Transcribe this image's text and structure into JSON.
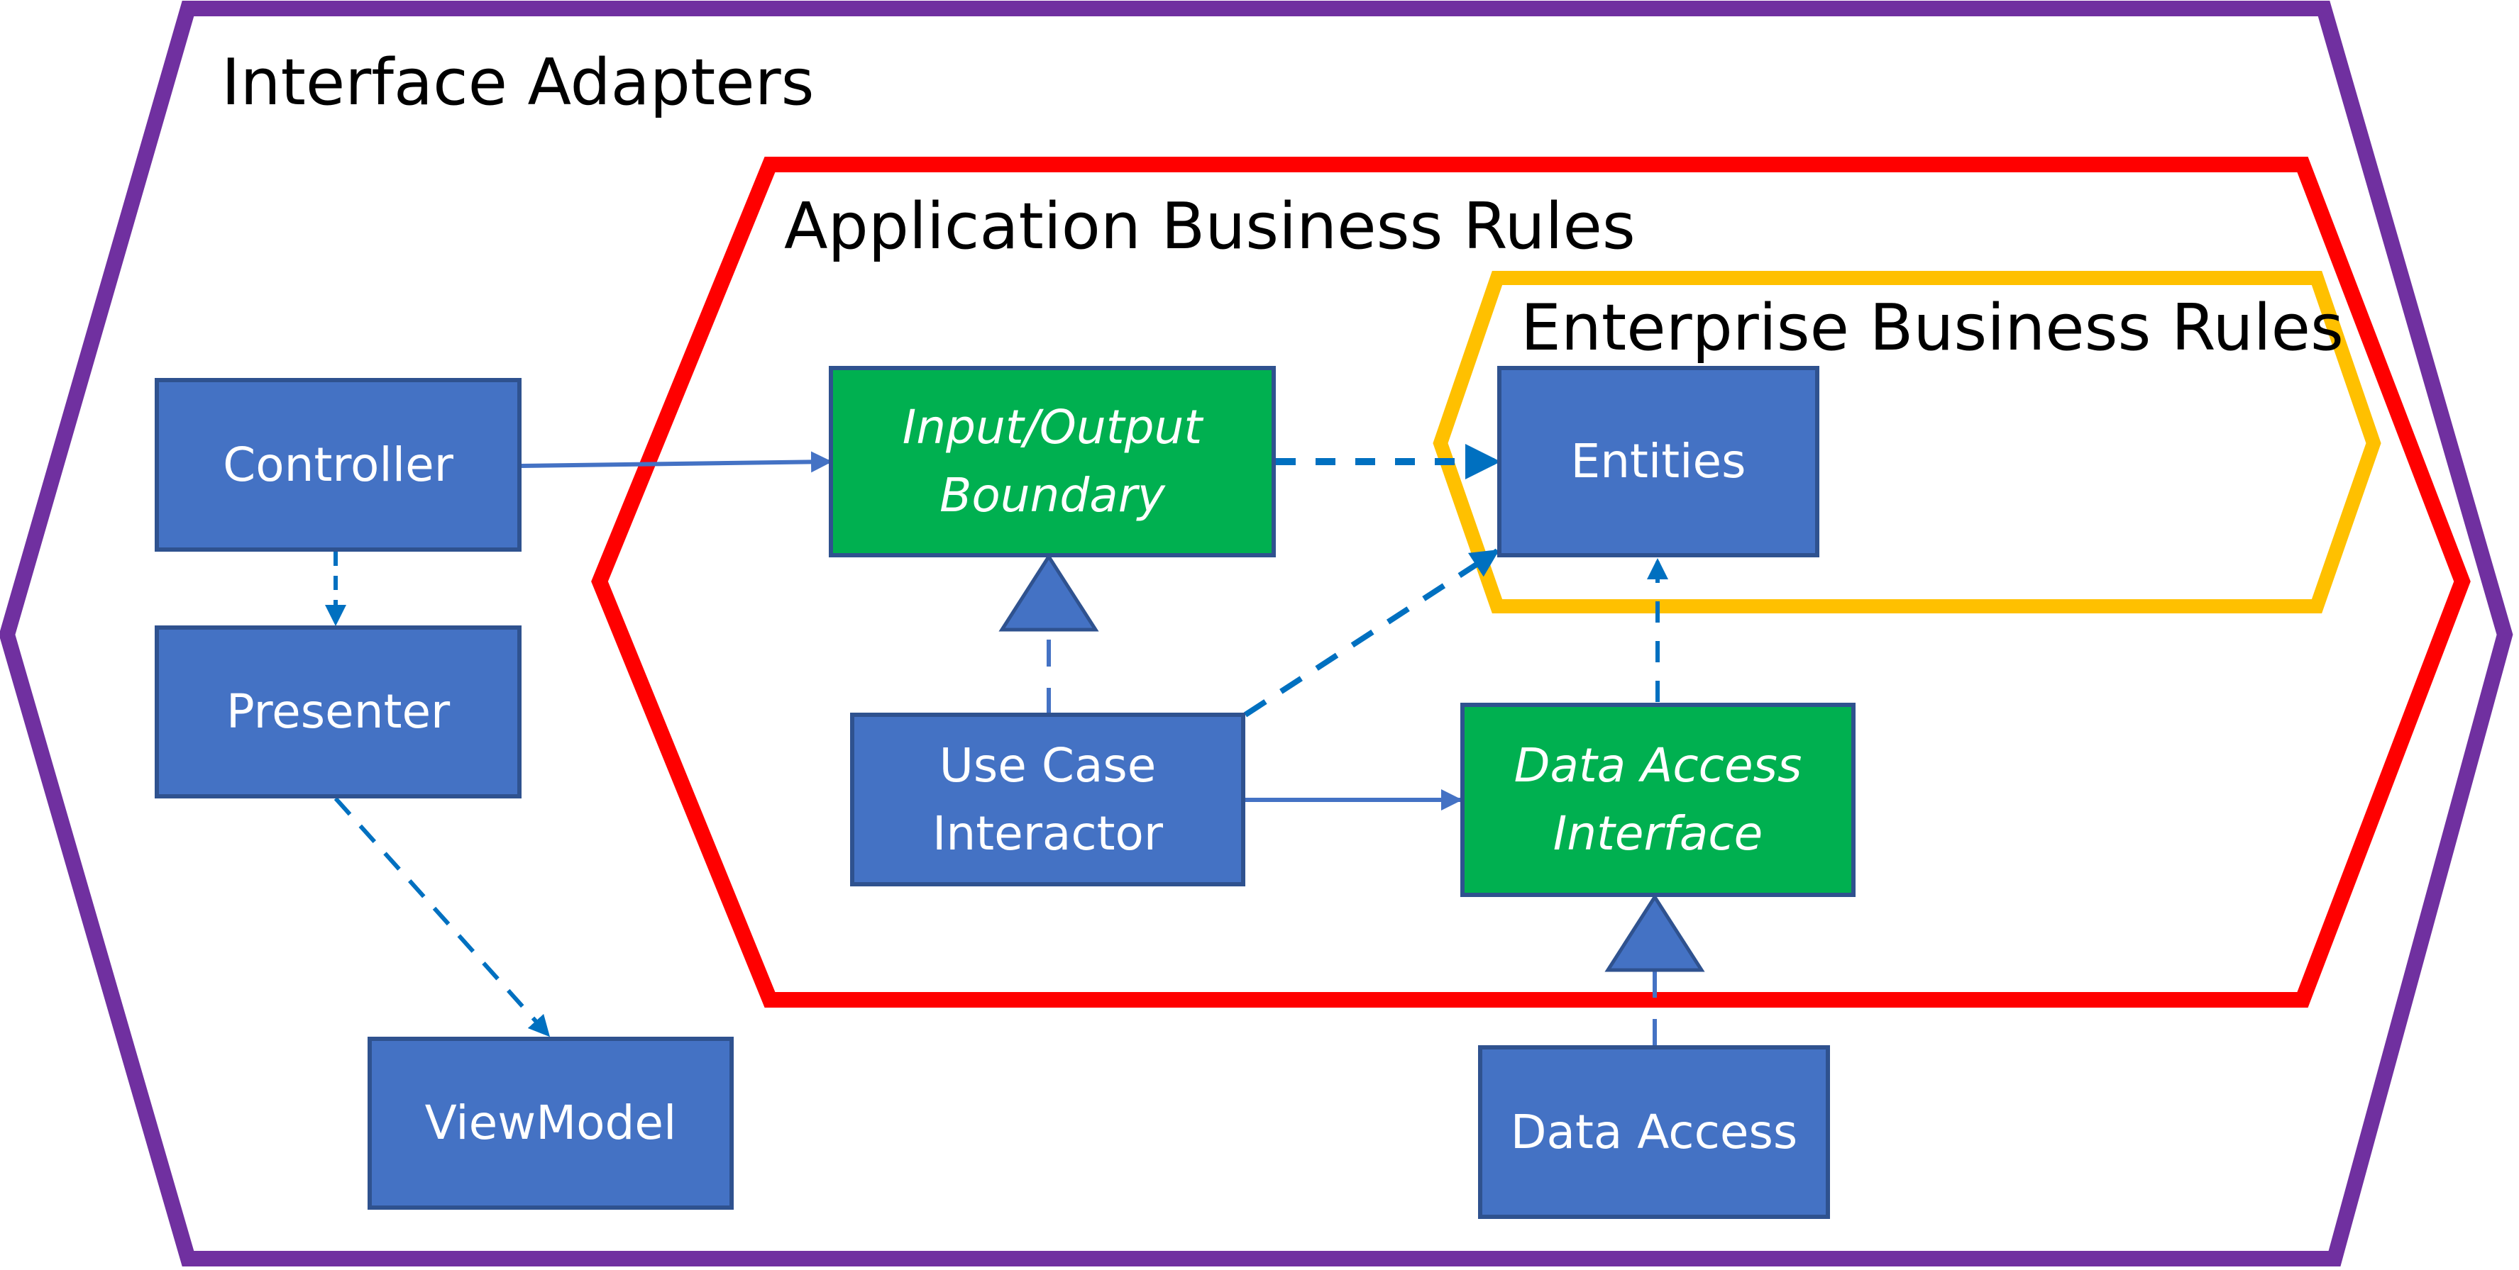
{
  "colors": {
    "interface_adapters": "#7030a0",
    "application_business_rules": "#ff0000",
    "enterprise_business_rules": "#ffc000",
    "component_blue": "#4472c4",
    "component_green": "#00b050",
    "box_border": "#2f528f",
    "arrow": "#0070c0"
  },
  "layers": {
    "interface_adapters": "Interface Adapters",
    "application_business_rules": "Application Business Rules",
    "enterprise_business_rules": "Enterprise Business Rules"
  },
  "components": {
    "controller": "Controller",
    "presenter": "Presenter",
    "view_model": "ViewModel",
    "io_boundary_line1": "Input/Output",
    "io_boundary_line2": "Boundary",
    "use_case_line1": "Use Case",
    "use_case_line2": "Interactor",
    "entities": "Entities",
    "data_access_interface_line1": "Data Access",
    "data_access_interface_line2": "Interface",
    "data_access": "Data Access"
  },
  "relationships": [
    {
      "from": "Controller",
      "to": "Input/Output Boundary",
      "type": "association"
    },
    {
      "from": "Controller",
      "to": "Presenter",
      "type": "dependency"
    },
    {
      "from": "Presenter",
      "to": "ViewModel",
      "type": "dependency"
    },
    {
      "from": "Input/Output Boundary",
      "to": "Entities",
      "type": "dependency"
    },
    {
      "from": "Use Case Interactor",
      "to": "Input/Output Boundary",
      "type": "realization"
    },
    {
      "from": "Use Case Interactor",
      "to": "Entities",
      "type": "dependency"
    },
    {
      "from": "Use Case Interactor",
      "to": "Data Access Interface",
      "type": "association"
    },
    {
      "from": "Data Access Interface",
      "to": "Entities",
      "type": "dependency"
    },
    {
      "from": "Data Access",
      "to": "Data Access Interface",
      "type": "realization"
    }
  ]
}
